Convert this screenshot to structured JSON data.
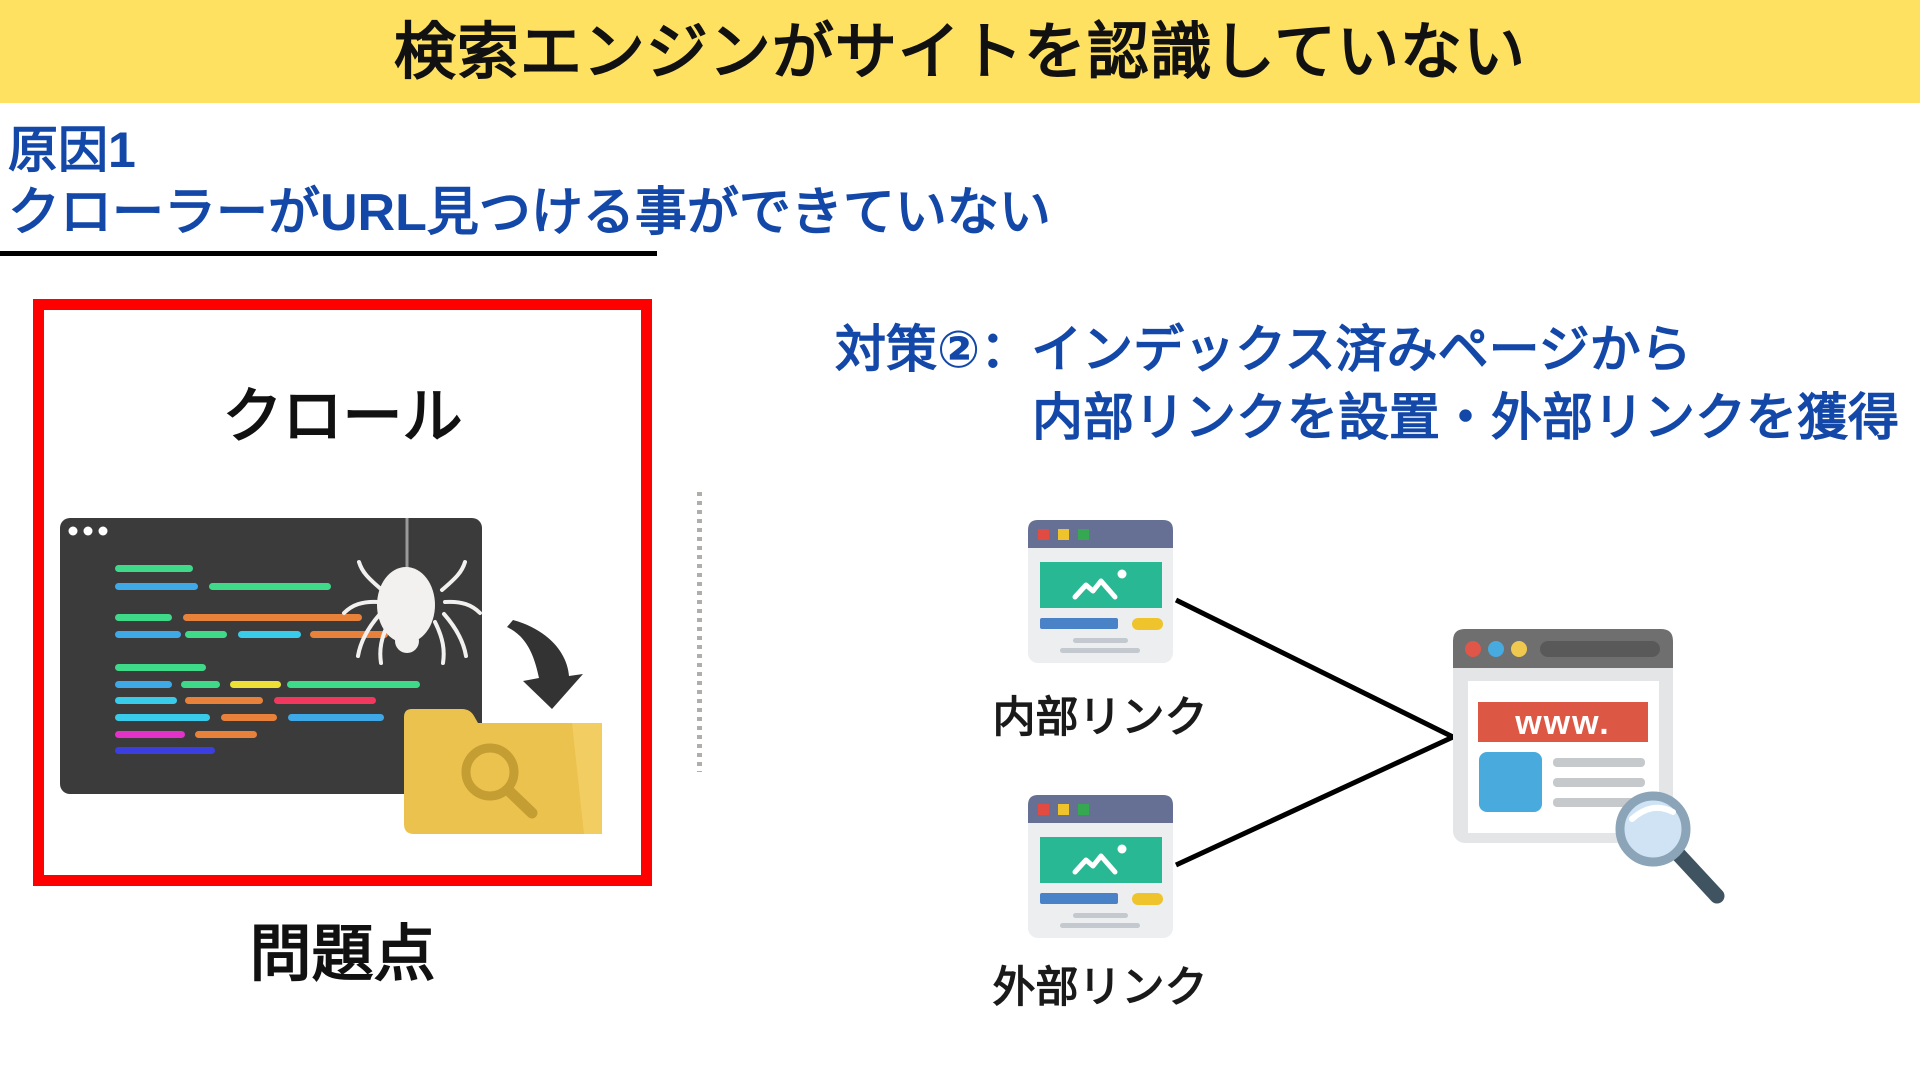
{
  "banner": {
    "title": "検索エンジンがサイトを認識していない",
    "bg_color": "#FFE162",
    "text_color": "#111111"
  },
  "cause": {
    "label": "原因1",
    "description": "クローラーがURL見つける事ができていない",
    "text_color": "#1348A8"
  },
  "problem": {
    "box_title": "クロール",
    "caption": "問題点",
    "border_color": "#FF0000"
  },
  "solution": {
    "heading_line1": "対策②：インデックス済みページから",
    "heading_line2": "内部リンクを設置・外部リンクを獲得",
    "text_color": "#1348A8",
    "nodes": [
      {
        "label": "内部リンク"
      },
      {
        "label": "外部リンク"
      }
    ],
    "target": {
      "label": "www."
    }
  },
  "icons": {
    "spider": "spider-icon",
    "code_editor": "code-editor-window",
    "download_arrow": "download-arrow-icon",
    "folder_search": "folder-search-icon",
    "browser_card": "browser-card-icon",
    "target_browser": "target-site-icon",
    "magnifier": "magnifier-icon",
    "divider": "dotted-divider"
  },
  "colors": {
    "banner_yellow": "#FFE162",
    "accent_blue": "#1348A8",
    "highlight_red": "#FF0000",
    "editor_bg": "#3B3B3B",
    "folder_yellow": "#ECC24E",
    "card_titlebar": "#667094",
    "card_green": "#29B894",
    "www_red": "#DD5844",
    "lens_blue": "#CFE3F5"
  }
}
